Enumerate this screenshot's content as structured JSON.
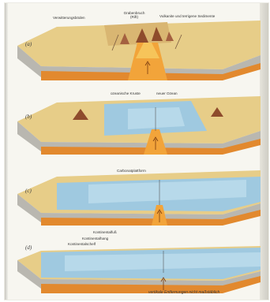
{
  "panels": [
    {
      "letter": "(a)",
      "labels": [
        "Verwitterungsböden",
        "Grabenbruch",
        "(Rift)",
        "Vulkanite und terrigene Sedimente"
      ]
    },
    {
      "letter": "(b)",
      "labels": [
        "ozeanische Kruste",
        "neuer Ozean"
      ]
    },
    {
      "letter": "(c)",
      "labels": [
        "Carbonatplattform"
      ]
    },
    {
      "letter": "(d)",
      "labels": [
        "Kontinentalfuß",
        "Kontinentalhang",
        "Kontinentalschelf"
      ]
    }
  ],
  "footnote": "vertikale Entfernungen nicht maßstäblich",
  "colors": {
    "sky_surface": "#e8cf8a",
    "ocean": "#9fc9e0",
    "crust": "#b9b7b0",
    "mantle": "#e2892e",
    "magma": "#f2a43a"
  }
}
